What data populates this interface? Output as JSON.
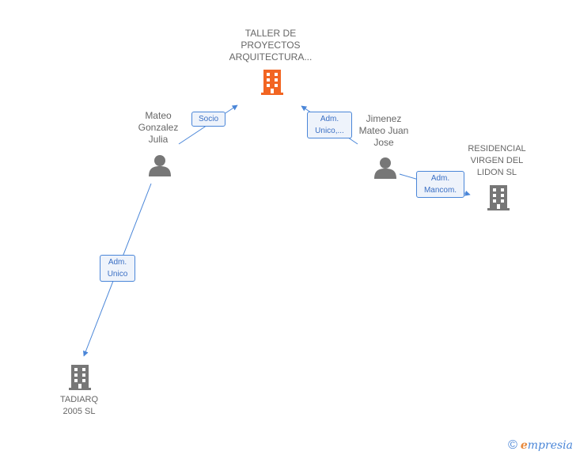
{
  "nodes": {
    "taller": "TALLER DE\nPROYECTOS\nARQUITECTURA...",
    "mateo": "Mateo\nGonzalez\nJulia",
    "jimenez": "Jimenez\nMateo Juan\nJose",
    "residencial": "RESIDENCIAL\nVIRGEN DEL\nLIDON SL",
    "tadiarq": "TADIARQ\n2005 SL"
  },
  "edges": {
    "socio": "Socio",
    "adm_unico_dots": "Adm.\nUnico,...",
    "adm_mancom": "Adm.\nMancom.",
    "adm_unico": "Adm.\nUnico"
  },
  "footer": {
    "copyright": "©",
    "brand_initial": "e",
    "brand_rest": "mpresia"
  },
  "colors": {
    "highlight_building": "#f26522",
    "building": "#777777",
    "person": "#777777",
    "edge": "#4a86d8"
  }
}
